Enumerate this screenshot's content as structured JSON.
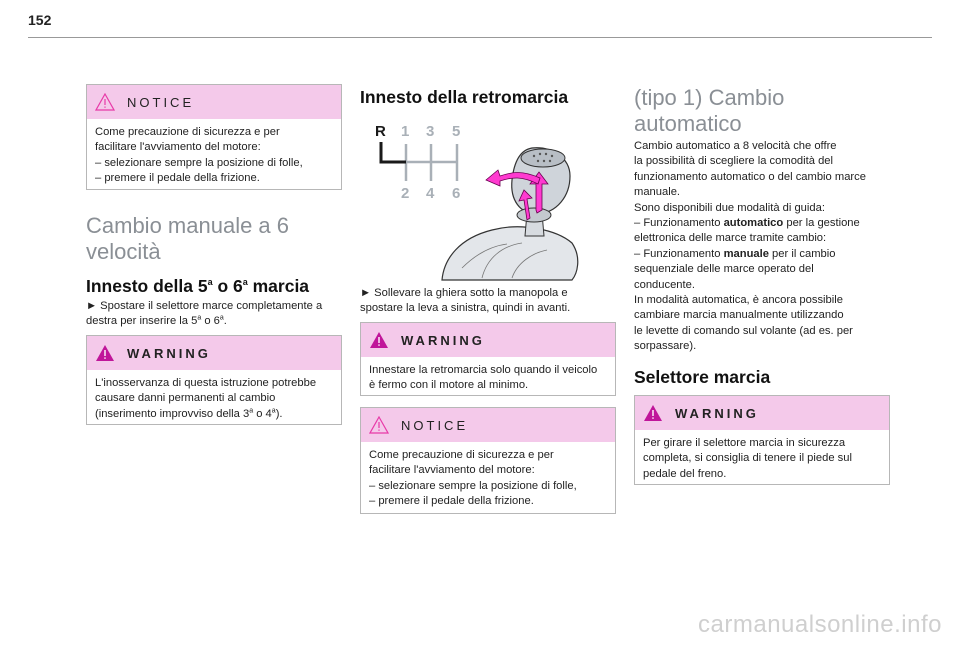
{
  "page_number": "152",
  "col1": {
    "notice1": {
      "label": "NOTICE",
      "lines": [
        "Come precauzione di sicurezza e per",
        "facilitare l'avviamento del motore:",
        "– selezionare sempre la posizione di folle,",
        "– premere il pedale della frizione."
      ]
    },
    "section_title_line1": "Cambio manuale a 6",
    "section_title_line2": "velocità",
    "sub_title_a": "Innesto della 5",
    "sub_title_sup1": "a",
    "sub_title_b": " o 6",
    "sub_title_sup2": "a",
    "sub_title_c": " marcia",
    "instruction_line1": "► Spostare il selettore marce completamente a",
    "instruction_line2_a": "destra per inserire la 5",
    "instruction_line2_sup1": "a",
    "instruction_line2_b": " o 6",
    "instruction_line2_sup2": "a",
    "instruction_line2_c": ".",
    "warning": {
      "label": "WARNING",
      "line1": "L'inosservanza di questa istruzione potrebbe",
      "line2": "causare danni permanenti al cambio",
      "line3_a": "(inserimento improvviso della 3",
      "line3_sup1": "a",
      "line3_b": " o 4",
      "line3_sup2": "a",
      "line3_c": ")."
    }
  },
  "col2": {
    "title": "Innesto della retromarcia",
    "diagram": {
      "top_labels": [
        "R",
        "1",
        "3",
        "5"
      ],
      "bottom_labels": [
        "2",
        "4",
        "6"
      ]
    },
    "instruction_lines": [
      "► Sollevare la ghiera sotto la manopola e",
      "spostare la leva a sinistra, quindi in avanti."
    ],
    "warning": {
      "label": "WARNING",
      "lines": [
        "Innestare la retromarcia solo quando il veicolo",
        "è fermo con il motore al minimo."
      ]
    },
    "notice": {
      "label": "NOTICE",
      "lines": [
        "Come precauzione di sicurezza e per",
        "facilitare l'avviamento del motore:",
        "– selezionare sempre la posizione di folle,",
        "– premere il pedale della frizione."
      ]
    }
  },
  "col3": {
    "title_line1": "(tipo 1) Cambio",
    "title_line2": "automatico",
    "p1": "Cambio automatico a 8 velocità che offre",
    "p2": "la possibilità di scegliere la comodità del",
    "p3": "funzionamento automatico o del cambio marce",
    "p4": "manuale.",
    "p5": "Sono disponibili due modalità di guida:",
    "p6_a": "– Funzionamento ",
    "p6_b": "automatico",
    "p6_c": " per la gestione",
    "p7": "elettronica delle marce tramite cambio:",
    "p8_a": "– Funzionamento ",
    "p8_b": "manuale",
    "p8_c": " per il cambio",
    "p9": "sequenziale delle marce operato del",
    "p10": "conducente.",
    "p11": "In modalità automatica, è ancora possibile",
    "p12": "cambiare marcia manualmente utilizzando",
    "p13": "le levette di comando sul volante (ad es. per",
    "p14": "sorpassare).",
    "selector_title": "Selettore marcia",
    "warning": {
      "label": "WARNING",
      "lines": [
        "Per girare il selettore marcia in sicurezza",
        "completa, si consiglia di tenere il piede sul",
        "pedale del freno."
      ]
    }
  },
  "watermark": "carmanualsonline.info",
  "colors": {
    "header_pink": "#f4c9ea",
    "warning_icon": "#c0169a",
    "notice_icon": "#e83aa8",
    "arrow_magenta": "#ff3ad0",
    "title_gray": "#8a8f95"
  }
}
